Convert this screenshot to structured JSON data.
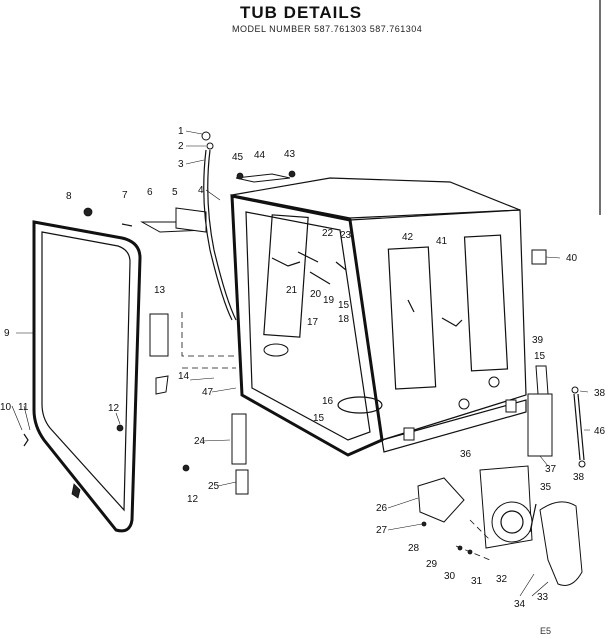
{
  "title": "TUB DETAILS",
  "subtitle": "MODEL NUMBER 587.761303   587.761304",
  "corner_code": "E5",
  "callouts": {
    "c1": "1",
    "c2": "2",
    "c3": "3",
    "c4": "4",
    "c5": "5",
    "c6": "6",
    "c7": "7",
    "c8": "8",
    "c9": "9",
    "c10": "10",
    "c11": "11",
    "c12a": "12",
    "c12b": "12",
    "c13": "13",
    "c14": "14",
    "c15a": "15",
    "c15b": "15",
    "c15c": "15",
    "c16": "16",
    "c17": "17",
    "c18": "18",
    "c19": "19",
    "c20": "20",
    "c21": "21",
    "c22": "22",
    "c23": "23",
    "c24": "24",
    "c25": "25",
    "c26": "26",
    "c27": "27",
    "c28": "28",
    "c29": "29",
    "c30": "30",
    "c31": "31",
    "c32": "32",
    "c33": "33",
    "c34": "34",
    "c35": "35",
    "c36": "36",
    "c37": "37",
    "c38a": "38",
    "c38b": "38",
    "c39": "39",
    "c40": "40",
    "c41": "41",
    "c42": "42",
    "c43": "43",
    "c44": "44",
    "c45": "45",
    "c46": "46",
    "c47": "47"
  }
}
